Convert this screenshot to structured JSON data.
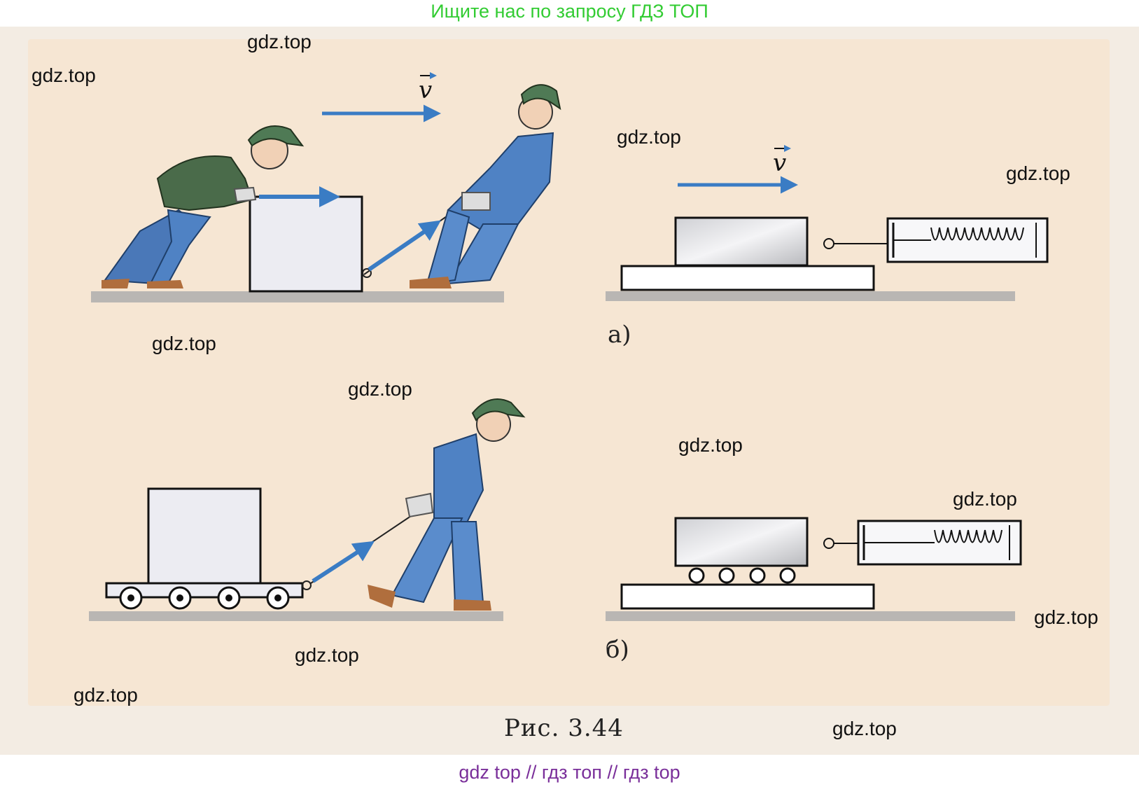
{
  "banner_top": "Ищите нас по запросу ГДЗ ТОП",
  "banner_bottom": "gdz top  //  гдз топ  //  гдз top",
  "figure_caption": "Рис. 3.44",
  "part_labels": {
    "a": "а)",
    "b": "б)"
  },
  "velocity_symbol": "v",
  "watermark": "gdz.top",
  "colors": {
    "arrow": "#3a7cc4",
    "box": "#ececf2",
    "ground": "#b9b6b3",
    "banner_top": "#33cc33",
    "banner_bottom": "#7a2f9a"
  }
}
